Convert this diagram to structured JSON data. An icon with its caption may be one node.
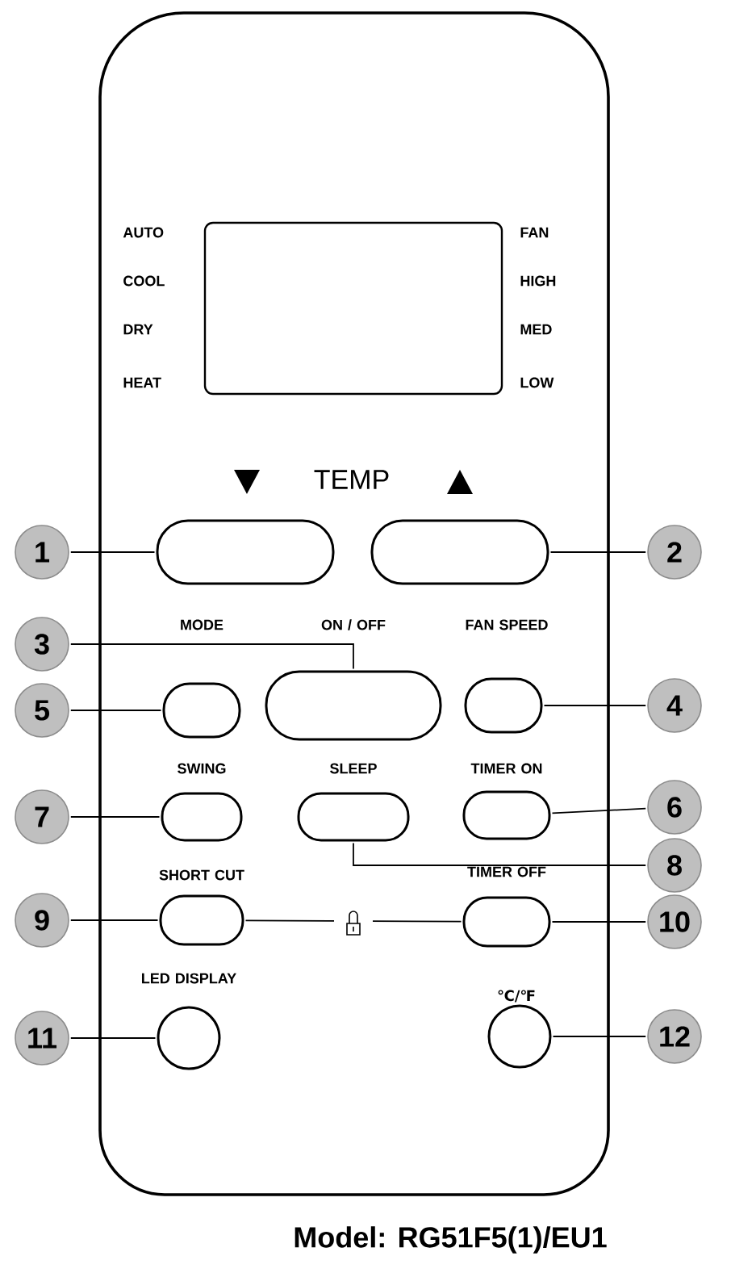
{
  "diagram": {
    "caption": "Model: RG51F5(1)/EU1",
    "nodes": [
      {
        "text": [
          "1"
        ]
      },
      {
        "text": [],
        "shape": "box"
      },
      {
        "text": [],
        "shape": "box"
      },
      {
        "text": [
          "2"
        ]
      },
      {
        "text": [
          "3"
        ]
      },
      {
        "text": [
          "5"
        ]
      },
      {
        "text": [],
        "shape": "box",
        "beside": [
          "MODE"
        ]
      },
      {
        "text": [],
        "shape": "box",
        "beside": [
          "ON / OFF"
        ]
      },
      {
        "text": [],
        "shape": "box",
        "beside": [
          "FAN SPEED"
        ]
      },
      {
        "text": [
          "4"
        ]
      },
      {
        "text": [
          "7"
        ]
      },
      {
        "text": [],
        "shape": "box",
        "beside": [
          "SWING"
        ]
      },
      {
        "text": [],
        "shape": "box",
        "beside": [
          "SLEEP"
        ]
      },
      {
        "text": [],
        "shape": "box",
        "beside": [
          "TIMER ON"
        ]
      },
      {
        "text": [
          "6"
        ]
      },
      {
        "text": [
          "8"
        ]
      },
      {
        "text": [
          "9"
        ]
      },
      {
        "text": [],
        "shape": "box",
        "beside": [
          "SHORT CUT"
        ]
      },
      {
        "text": [],
        "shape": "box",
        "beside": [
          "TIMER OFF"
        ]
      },
      {
        "text": [
          "10"
        ]
      },
      {
        "text": [
          "11"
        ]
      },
      {
        "text": [],
        "shape": "circle",
        "beside": [
          "LED DISPLAY"
        ]
      },
      {
        "text": [],
        "shape": "circle",
        "beside": [
          "℃/℉"
        ]
      },
      {
        "text": [
          "12"
        ]
      }
    ],
    "edges": [
      {
        "from": 0,
        "to": 1,
        "arrow": "none"
      },
      {
        "from": 3,
        "to": 2,
        "arrow": "none"
      },
      {
        "from": 4,
        "to": 7,
        "arrow": "none"
      },
      {
        "from": 5,
        "to": 6,
        "arrow": "none"
      },
      {
        "from": 9,
        "to": 8,
        "arrow": "none"
      },
      {
        "from": 10,
        "to": 11,
        "arrow": "none"
      },
      {
        "from": 14,
        "to": 13,
        "arrow": "none"
      },
      {
        "from": 15,
        "to": 12,
        "arrow": "none"
      },
      {
        "from": 16,
        "to": 17,
        "arrow": "none"
      },
      {
        "from": 19,
        "to": 18,
        "arrow": "none"
      },
      {
        "from": 20,
        "to": 21,
        "arrow": "none"
      },
      {
        "from": 23,
        "to": 22,
        "arrow": "none"
      },
      {
        "from": 17,
        "to": 18,
        "arrow": "none"
      }
    ],
    "labels": [
      "AUTO",
      "FAN",
      "COOL",
      "HIGH",
      "DRY",
      "MED",
      "HEAT",
      "LOW",
      "TEMP"
    ]
  }
}
